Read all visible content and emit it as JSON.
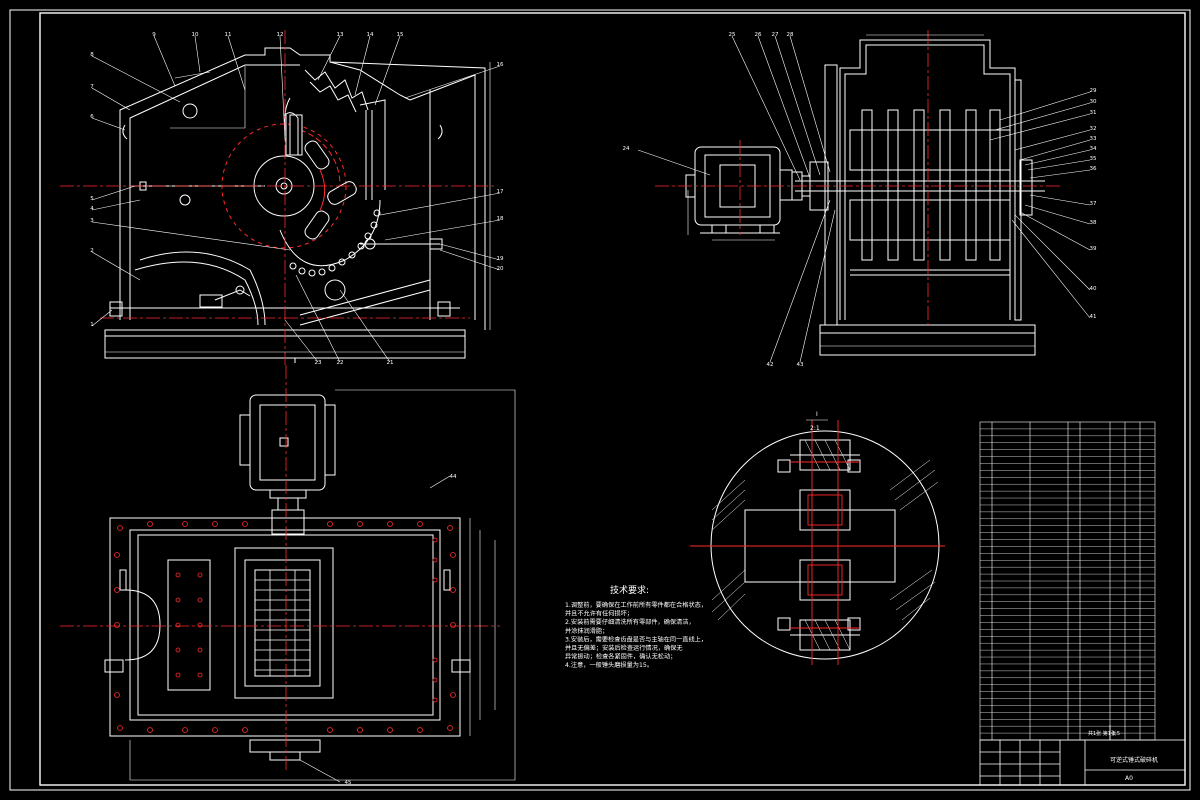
{
  "drawing": {
    "colors": {
      "background": "#000000",
      "outline": "#ffffff",
      "centerline": "#ff2a2a",
      "yellow": "#ffff00",
      "cyan": "#00ffff",
      "magenta": "#ff55ff",
      "green": "#00ff00"
    },
    "balloons_front": [
      "8",
      "9",
      "10",
      "11",
      "12",
      "13",
      "14",
      "15",
      "16",
      "7",
      "6",
      "5",
      "4",
      "3",
      "2",
      "1",
      "17",
      "18",
      "19",
      "20",
      "21",
      "22",
      "23"
    ],
    "balloons_side": [
      "25",
      "26",
      "27",
      "28",
      "24",
      "29",
      "30",
      "31",
      "32",
      "33",
      "34",
      "35",
      "36",
      "37",
      "38",
      "39",
      "40",
      "41",
      "42",
      "43"
    ],
    "balloon_plan": "44",
    "balloon_plan_bottom": "45",
    "detail_label": "I",
    "detail_scale": "2:1",
    "tech_title": "技术要求:",
    "tech_notes": [
      "1.调整前，要确保在工作前所有零件都在合格状态，",
      "  并且不允许有任何损坏；",
      "2.安装前需要仔细清洗所有零部件，确保清洁，",
      "  并涂抹润滑脂；",
      "3.安装后，需要检查齿盘是否与主轴在同一直线上，",
      "  并且无偏差；安装后检查运行情况，确保无",
      "  异常振动；检查各紧固件，确认无松动；",
      "4.注意，一般锤头磨损量为15。"
    ],
    "title_block": {
      "drawing_name": "可逆式锤式破碎机",
      "scale": "1:5",
      "sheet": "共1张 第1张",
      "material": "A0"
    }
  }
}
